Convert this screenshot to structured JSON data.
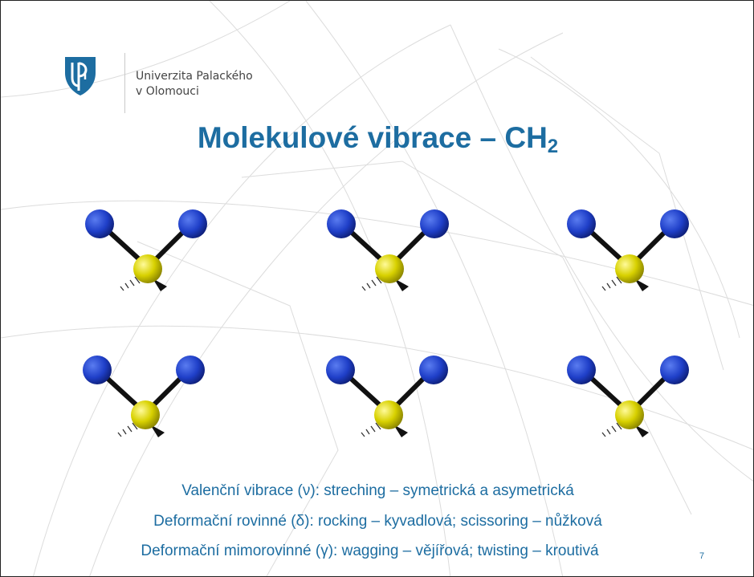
{
  "slide": {
    "university_line1": "Univerzita Palackého",
    "university_line2": "v Olomouci",
    "title_main": "Molekulové vibrace – CH",
    "title_sub": "2",
    "molecules": [
      {
        "label": ""
      },
      {
        "label": ""
      },
      {
        "label": ""
      },
      {
        "label": ""
      },
      {
        "label": ""
      },
      {
        "label": ""
      }
    ],
    "descriptions": [
      "Valenční vibrace (ν): streching – symetrická a asymetrická",
      "Deformační rovinné (δ): rocking – kyvadlová; scissoring – nůžková",
      "Deformační mimorovinné (γ): wagging – vějířová; twisting – kroutivá"
    ],
    "page_number": "7"
  },
  "colors": {
    "title": "#1d6da1",
    "atom_h": "#1f3fc8",
    "atom_c": "#d8d100",
    "bond": "#111111",
    "background_lines": "#d9d9d9"
  },
  "icons": {
    "logo": "university-logo-icon",
    "molecule": "ch2-molecule-icon"
  }
}
